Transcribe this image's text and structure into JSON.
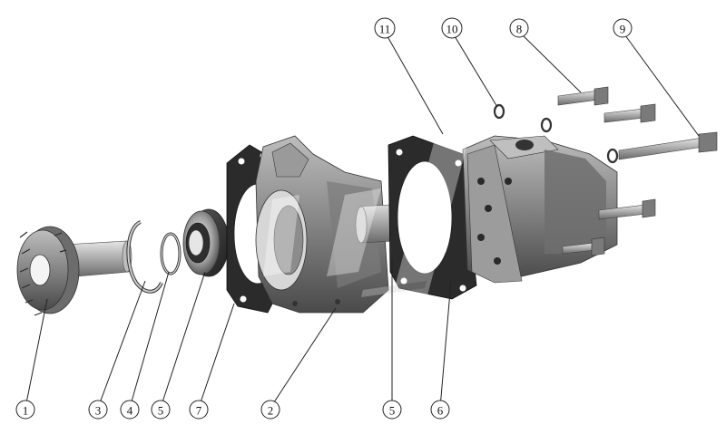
{
  "figure": {
    "callouts": [
      {
        "id": "c1",
        "label": "1"
      },
      {
        "id": "c3",
        "label": "3"
      },
      {
        "id": "c4",
        "label": "4"
      },
      {
        "id": "c5a",
        "label": "5"
      },
      {
        "id": "c7",
        "label": "7"
      },
      {
        "id": "c2",
        "label": "2"
      },
      {
        "id": "c5b",
        "label": "5"
      },
      {
        "id": "c6",
        "label": "6"
      },
      {
        "id": "c11",
        "label": "11"
      },
      {
        "id": "c10",
        "label": "10"
      },
      {
        "id": "c8",
        "label": "8"
      },
      {
        "id": "c9",
        "label": "9"
      }
    ]
  }
}
